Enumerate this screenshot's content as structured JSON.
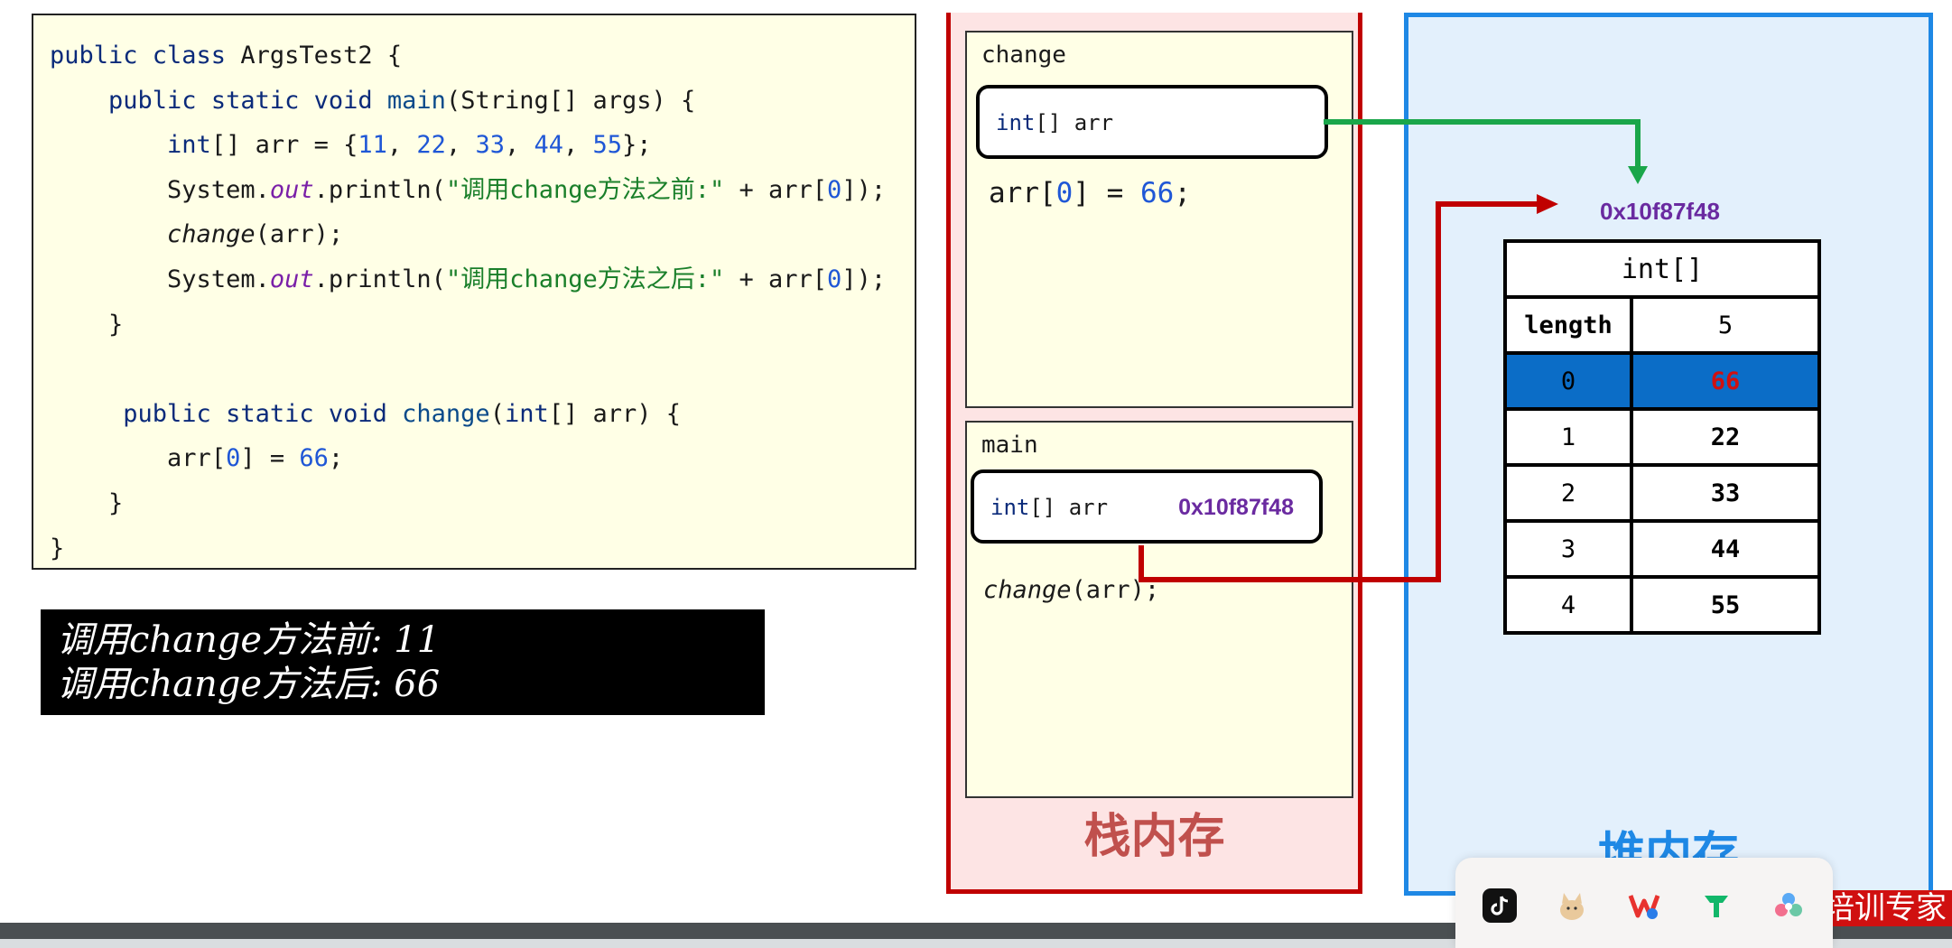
{
  "code": {
    "line1": {
      "kw": "public class",
      "name": "ArgsTest2 {"
    },
    "line2": {
      "kw": "public static void",
      "name": "main",
      "rest": "(String[] args) {"
    },
    "line3": {
      "type": "int",
      "a": "[] arr = {",
      "n1": "11",
      "n2": "22",
      "n3": "33",
      "n4": "44",
      "n5": "55",
      "end": "};"
    },
    "line4": {
      "pre": "System.",
      "field": "out",
      "mid": ".println(",
      "str": "\"调用change方法之前:\"",
      "post": " + arr[",
      "idx": "0",
      "end": "]);"
    },
    "line5": {
      "call": "change",
      "rest": "(arr);"
    },
    "line6": {
      "pre": "System.",
      "field": "out",
      "mid": ".println(",
      "str": "\"调用change方法之后:\"",
      "post": " + arr[",
      "idx": "0",
      "end": "]);"
    },
    "line7": "}",
    "line9": {
      "kw": "public static void",
      "name": "change",
      "open": "(",
      "type": "int",
      "rest": "[] arr) {"
    },
    "line10": {
      "a": "arr[",
      "idx": "0",
      "b": "] = ",
      "val": "66",
      "end": ";"
    },
    "line11": "}",
    "line12": "}"
  },
  "console": {
    "line1": "调用change方法前: 11",
    "line2": "调用change方法后: 66"
  },
  "stack": {
    "change_frame": {
      "title": "change",
      "var_type": "int",
      "var_rest": "[] arr",
      "stmt_a": "arr[",
      "stmt_idx": "0",
      "stmt_b": "] = ",
      "stmt_val": "66",
      "stmt_end": ";"
    },
    "main_frame": {
      "title": "main",
      "var_type": "int",
      "var_rest": "[] arr",
      "var_value": "0x10f87f48",
      "call_name": "change",
      "call_rest": "(arr);"
    },
    "label": "栈内存"
  },
  "heap": {
    "address": "0x10f87f48",
    "array_type": "int[]",
    "length_key": "length",
    "length_value": "5",
    "rows": [
      {
        "index": "0",
        "value": "66"
      },
      {
        "index": "1",
        "value": "22"
      },
      {
        "index": "2",
        "value": "33"
      },
      {
        "index": "3",
        "value": "44"
      },
      {
        "index": "4",
        "value": "55"
      }
    ],
    "label": "堆内存"
  },
  "overlay": {
    "brand_text": "培训专家",
    "dock_icons": [
      "tiktok-icon",
      "cat-app-icon",
      "wps-icon",
      "green-app-icon",
      "cloud-app-icon"
    ]
  },
  "colors": {
    "stack_border": "#c00000",
    "heap_border": "#1e88e5",
    "main_arrow": "#c00000",
    "change_arrow": "#1aa64a",
    "highlight": "#0b6dc7"
  }
}
